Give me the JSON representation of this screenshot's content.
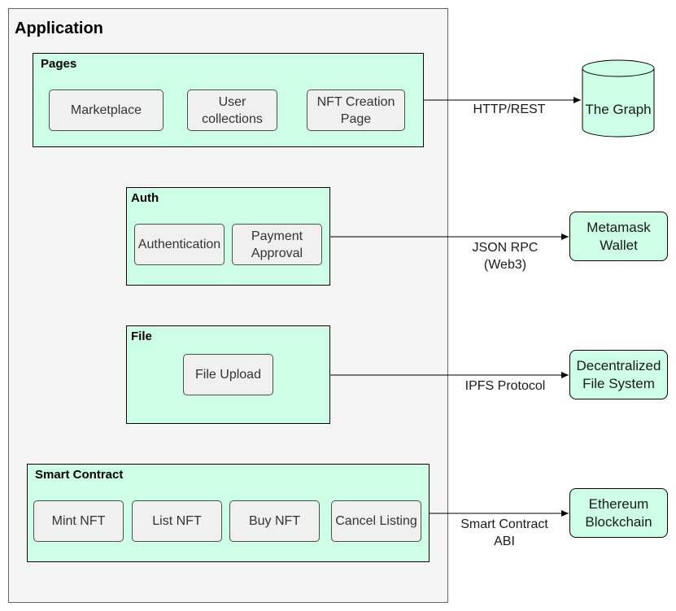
{
  "application": {
    "title": "Application"
  },
  "groups": {
    "pages": {
      "title": "Pages",
      "items": [
        "Marketplace",
        "User\ncollections",
        "NFT Creation\nPage"
      ]
    },
    "auth": {
      "title": "Auth",
      "items": [
        "Authentication",
        "Payment\nApproval"
      ]
    },
    "file": {
      "title": "File",
      "items": [
        "File Upload"
      ]
    },
    "smart_contract": {
      "title": "Smart Contract",
      "items": [
        "Mint NFT",
        "List NFT",
        "Buy NFT",
        "Cancel Listing"
      ]
    }
  },
  "external": {
    "the_graph": "The Graph",
    "metamask": "Metamask\nWallet",
    "dfs": "Decentralized\nFile System",
    "ethereum": "Ethereum\nBlockchain"
  },
  "edges": {
    "http_rest": "HTTP/REST",
    "json_rpc": "JSON RPC\n(Web3)",
    "ipfs": "IPFS Protocol",
    "abi": "Smart Contract\nABI"
  },
  "colors": {
    "group_fill": "#ccffe6",
    "component_fill": "#f0f0f0",
    "container_fill": "#f5f5f5"
  }
}
